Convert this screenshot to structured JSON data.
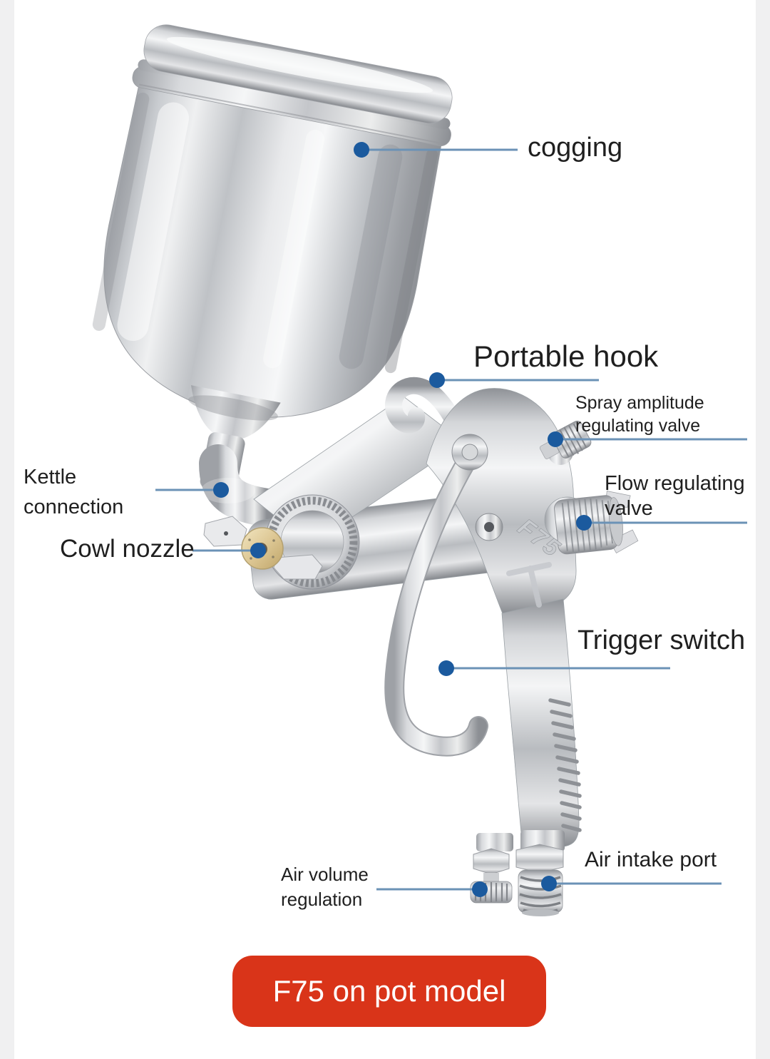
{
  "illustration": {
    "alt": "F75 gravity-feed paint spray gun with pot",
    "engraving": "F75"
  },
  "callouts": {
    "cogging": {
      "label": "cogging"
    },
    "portable_hook": {
      "label": "Portable hook"
    },
    "spray_amplitude_valve": {
      "label": "Spray amplitude regulating valve"
    },
    "kettle_connection": {
      "label": "Kettle connection"
    },
    "cowl_nozzle": {
      "label": "Cowl nozzle"
    },
    "flow_regulating_valve": {
      "label": "Flow regulating valve"
    },
    "trigger_switch": {
      "label": "Trigger switch"
    },
    "air_volume_regulation": {
      "label": "Air volume regulation"
    },
    "air_intake_port": {
      "label": "Air intake port"
    }
  },
  "cta": {
    "label": "F75 on pot model"
  },
  "colors": {
    "callout_dot": "#1b5a9e",
    "leader_line": "#6b92b6",
    "label_text": "#1f1f1f",
    "button_background": "#d93419",
    "button_text": "#ffffff",
    "nozzle_gold": "#dcc48e",
    "side_band": "#f0f0f1",
    "background": "#ffffff"
  }
}
